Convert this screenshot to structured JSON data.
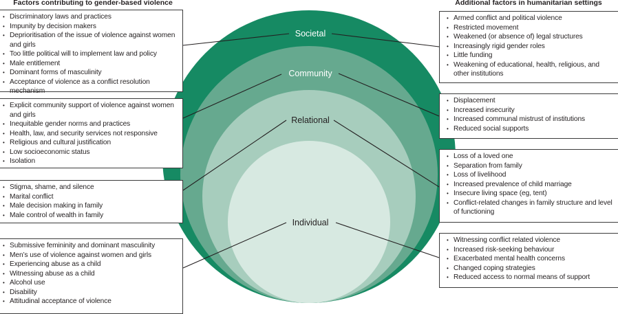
{
  "headings": {
    "left": "Factors contributing to gender-based violence",
    "right": "Additional factors in humanitarian settings"
  },
  "levels": [
    {
      "label": "Societal",
      "color": "#168a63",
      "text_color": "#ffffff"
    },
    {
      "label": "Community",
      "color": "#66a98f",
      "text_color": "#ffffff"
    },
    {
      "label": "Relational",
      "color": "#a7cdbd",
      "text_color": "#231f20"
    },
    {
      "label": "Individual",
      "color": "#d7e9e1",
      "text_color": "#231f20"
    }
  ],
  "left_boxes": {
    "societal": [
      "Discriminatory laws and practices",
      "Impunity by decision makers",
      "Deprioritisation of the issue of violence against women and girls",
      "Too little political will to implement law and policy",
      "Male entitlement",
      "Dominant forms of masculinity",
      "Acceptance of violence as a conflict resolution mechanism"
    ],
    "community": [
      "Explicit community support of violence against women and girls",
      "Inequitable gender norms and practices",
      "Health, law, and security services not responsive",
      "Religious and cultural justification",
      "Low socioeconomic status",
      "Isolation"
    ],
    "relational": [
      "Stigma, shame, and silence",
      "Marital conflict",
      "Male decision making in family",
      "Male control of wealth in family"
    ],
    "individual": [
      "Submissive femininity and dominant masculinity",
      "Men’s use of violence against women and girls",
      "Experiencing abuse as a child",
      "Witnessing abuse as a child",
      "Alcohol use",
      "Disability",
      "Attitudinal acceptance of violence"
    ]
  },
  "right_boxes": {
    "societal": [
      "Armed conflict and political violence",
      "Restricted movement",
      "Weakened (or absence of) legal structures",
      "Increasingly rigid gender roles",
      "Little funding",
      "Weakening of educational, health, religious, and other institutions"
    ],
    "community": [
      "Displacement",
      "Increased insecurity",
      "Increased communal mistrust of institutions",
      "Reduced social supports"
    ],
    "relational": [
      "Loss of a loved one",
      "Separation from family",
      "Loss of livelihood",
      "Increased prevalence of child marriage",
      "Insecure living space (eg, tent)",
      "Conflict-related changes in family structure and level of functioning"
    ],
    "individual": [
      "Witnessing conflict related violence",
      "Increased risk-seeking behaviour",
      "Exacerbated mental health concerns",
      "Changed coping strategies",
      "Reduced access to normal means of support"
    ]
  }
}
